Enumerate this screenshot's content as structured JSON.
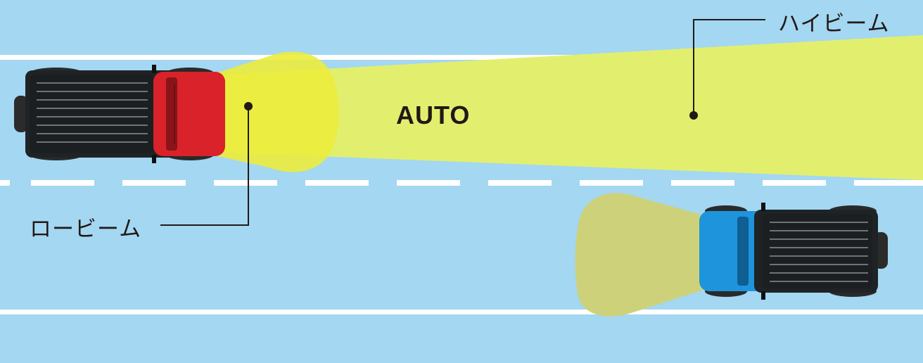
{
  "labels": {
    "high_beam": "ハイビーム",
    "low_beam": "ロービーム",
    "mode": "AUTO"
  },
  "colors": {
    "road": "#a3d7f2",
    "lane_line": "#ffffff",
    "high_beam_fill": "#e2ef6e",
    "low_beam_fill": "#ecec3c",
    "oncoming_beam_fill": "#cdd27a",
    "red_car": "#d9222a",
    "blue_car": "#1e94dc",
    "roof": "#1f2326",
    "callout_line": "#231815"
  }
}
